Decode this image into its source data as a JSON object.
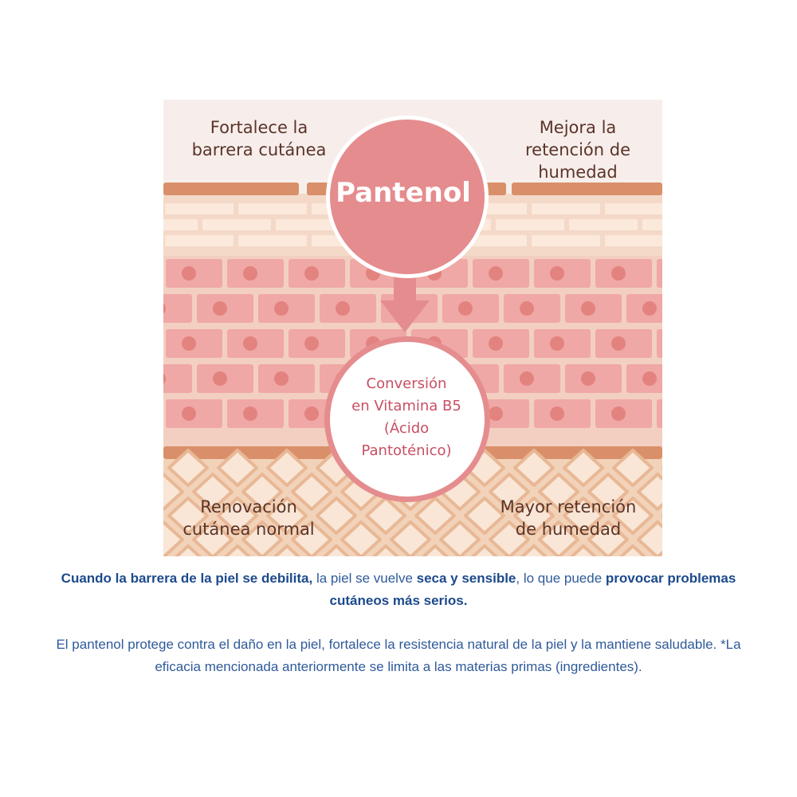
{
  "illustration": {
    "top_left": [
      "Fortalece la",
      "barrera cutánea"
    ],
    "top_right": [
      "Mejora la",
      "retención de",
      "humedad"
    ],
    "center_title": "Pantenol",
    "conversion": [
      "Conversión",
      "en Vitamina B5",
      "(Ácido",
      "Pantoténico)"
    ],
    "bottom_left": [
      "Renovación",
      "cutánea normal"
    ],
    "bottom_right": [
      "Mayor retención",
      "de humedad"
    ]
  },
  "caption": {
    "p1": [
      {
        "text": "Cuando la barrera de la piel se debilita,",
        "bold": true
      },
      {
        "text": " la piel se vuelve ",
        "bold": false
      },
      {
        "text": "seca y sensible",
        "bold": true
      },
      {
        "text": ", lo que puede ",
        "bold": false
      },
      {
        "text": "provocar problemas cutáneos más serios.",
        "bold": true
      }
    ],
    "p2": "El pantenol protege contra el daño en la piel, fortalece la resistencia natural de la piel y la mantiene saludable. *La eficacia mencionada anteriormente se limita a las materias primas (ingredientes)."
  },
  "colors": {
    "dark_text": "#5b3428",
    "accent_pink": "#e58c8e",
    "conversion_text": "#c84f63",
    "caption_blue": "#2f5a9a"
  }
}
